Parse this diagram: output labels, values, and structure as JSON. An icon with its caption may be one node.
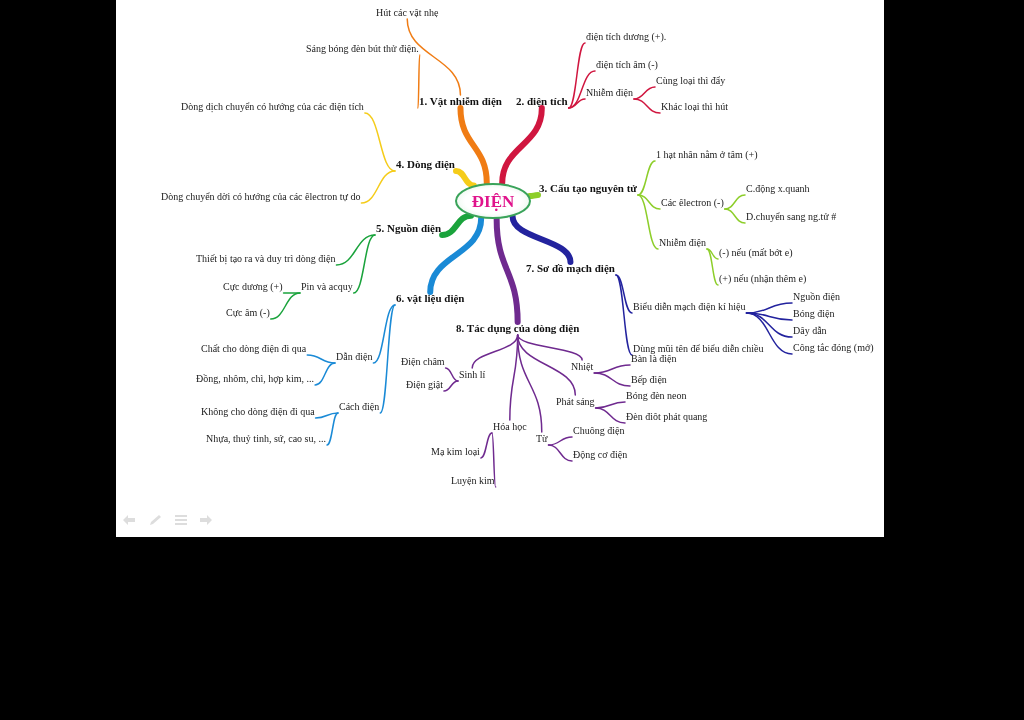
{
  "diagram": {
    "nodes": [
      {
        "text": [
          "ĐIỆN"
        ]
      },
      {
        "text": [
          "1. Vật nhiễm điện"
        ]
      },
      {
        "text": [
          "Hút các vật nhẹ"
        ]
      },
      {
        "text": [
          "Sáng bóng đèn bút thử điện."
        ]
      },
      {
        "text": [
          "2. điện tích"
        ]
      },
      {
        "text": [
          "điện tích dương (+)."
        ]
      },
      {
        "text": [
          "điện tích âm (-)"
        ]
      },
      {
        "text": [
          "Nhiễm điện"
        ]
      },
      {
        "text": [
          "Cùng loại thì đẩy"
        ]
      },
      {
        "text": [
          "Khác loại thì hút"
        ]
      },
      {
        "text": [
          "3. Cấu tạo nguyên tử"
        ]
      },
      {
        "text": [
          "1 hạt nhân nằm ở tâm (+)"
        ]
      },
      {
        "text": [
          "Các êlectron (-)"
        ]
      },
      {
        "text": [
          "C.động x.quanh"
        ]
      },
      {
        "text": [
          "D.chuyển sang ng.tử #"
        ]
      },
      {
        "text": [
          "Nhiễm điện"
        ]
      },
      {
        "text": [
          "(-) nếu (mất bớt e)"
        ]
      },
      {
        "text": [
          "(+) nếu (nhận thêm e)"
        ]
      },
      {
        "text": [
          "4. Dòng điện"
        ]
      },
      {
        "text": [
          "Dòng dịch chuyển có hướng của các điện tích"
        ]
      },
      {
        "text": [
          "Dòng chuyển dời có hướng của các êlectron tự do"
        ]
      },
      {
        "text": [
          "5. Nguồn điện"
        ]
      },
      {
        "text": [
          "Thiết bị tạo ra và duy trì dòng điện"
        ]
      },
      {
        "text": [
          "Pin và acquy"
        ]
      },
      {
        "text": [
          "Cực dương (+)"
        ]
      },
      {
        "text": [
          "Cực âm (-)"
        ]
      },
      {
        "text": [
          "6. vật liệu điện"
        ]
      },
      {
        "text": [
          "Dẫn điện"
        ]
      },
      {
        "text": [
          "Chất cho dòng điện đi qua"
        ]
      },
      {
        "text": [
          "Đồng, nhôm, chì, hợp kim, ..."
        ]
      },
      {
        "text": [
          "Cách điện"
        ]
      },
      {
        "text": [
          "Không cho dòng điện đi qua"
        ]
      },
      {
        "text": [
          "Nhựa, thuỷ tinh, sứ, cao su, ..."
        ]
      },
      {
        "text": [
          "7. Sơ đồ mạch điện"
        ]
      },
      {
        "text": [
          "Biểu diễn mạch điện kí hiệu"
        ]
      },
      {
        "text": [
          "Nguồn điện"
        ]
      },
      {
        "text": [
          "Bóng điện"
        ]
      },
      {
        "text": [
          "Dây dẫn"
        ]
      },
      {
        "text": [
          "Công tắc đóng (mở)"
        ]
      },
      {
        "text": [
          "Dùng mũi tên để biểu diễn chiều"
        ]
      },
      {
        "text": [
          "8. Tác dụng của dòng điện"
        ]
      },
      {
        "text": [
          "Nhiệt"
        ]
      },
      {
        "text": [
          "Bàn là điện"
        ]
      },
      {
        "text": [
          "Bếp điện"
        ]
      },
      {
        "text": [
          "Phát sáng"
        ]
      },
      {
        "text": [
          "Bóng đèn neon"
        ]
      },
      {
        "text": [
          "Đèn điôt phát quang"
        ]
      },
      {
        "text": [
          "Từ"
        ]
      },
      {
        "text": [
          "Chuông điện"
        ]
      },
      {
        "text": [
          "Động cơ điện"
        ]
      },
      {
        "text": [
          "Sinh lí"
        ]
      },
      {
        "text": [
          "Điện châm"
        ]
      },
      {
        "text": [
          "Điện giật"
        ]
      },
      {
        "text": [
          "Hóa học"
        ]
      },
      {
        "text": [
          "Mạ kim loại"
        ]
      },
      {
        "text": [
          "Luyện kim"
        ]
      }
    ],
    "edges": [
      {
        "from": 0,
        "to": 1,
        "arrow": "none",
        "style": "thick",
        "color": "#f07c14"
      },
      {
        "from": 1,
        "to": 2,
        "arrow": "none",
        "color": "#f07c14"
      },
      {
        "from": 1,
        "to": 3,
        "arrow": "none",
        "color": "#f07c14"
      },
      {
        "from": 0,
        "to": 4,
        "arrow": "none",
        "style": "thick",
        "color": "#d0163f"
      },
      {
        "from": 4,
        "to": 5,
        "arrow": "none",
        "color": "#d0163f"
      },
      {
        "from": 4,
        "to": 6,
        "arrow": "none",
        "color": "#d0163f"
      },
      {
        "from": 4,
        "to": 7,
        "arrow": "none",
        "color": "#d0163f"
      },
      {
        "from": 7,
        "to": 8,
        "arrow": "none",
        "color": "#d0163f"
      },
      {
        "from": 7,
        "to": 9,
        "arrow": "none",
        "color": "#d0163f"
      },
      {
        "from": 0,
        "to": 10,
        "arrow": "none",
        "style": "thick",
        "color": "#8dce2a"
      },
      {
        "from": 10,
        "to": 11,
        "arrow": "none",
        "color": "#8dce2a"
      },
      {
        "from": 10,
        "to": 12,
        "arrow": "none",
        "color": "#8dce2a"
      },
      {
        "from": 12,
        "to": 13,
        "arrow": "none",
        "color": "#8dce2a"
      },
      {
        "from": 12,
        "to": 14,
        "arrow": "none",
        "color": "#8dce2a"
      },
      {
        "from": 10,
        "to": 15,
        "arrow": "none",
        "color": "#8dce2a"
      },
      {
        "from": 15,
        "to": 16,
        "arrow": "none",
        "color": "#8dce2a"
      },
      {
        "from": 15,
        "to": 17,
        "arrow": "none",
        "color": "#8dce2a"
      },
      {
        "from": 0,
        "to": 18,
        "arrow": "none",
        "style": "thick",
        "color": "#f5cc1a"
      },
      {
        "from": 18,
        "to": 19,
        "arrow": "none",
        "color": "#f5cc1a"
      },
      {
        "from": 18,
        "to": 20,
        "arrow": "none",
        "color": "#f5cc1a"
      },
      {
        "from": 0,
        "to": 21,
        "arrow": "none",
        "style": "thick",
        "color": "#1aa33c"
      },
      {
        "from": 21,
        "to": 22,
        "arrow": "none",
        "color": "#1aa33c"
      },
      {
        "from": 21,
        "to": 23,
        "arrow": "none",
        "color": "#1aa33c"
      },
      {
        "from": 23,
        "to": 24,
        "arrow": "none",
        "color": "#1aa33c"
      },
      {
        "from": 23,
        "to": 25,
        "arrow": "none",
        "color": "#1aa33c"
      },
      {
        "from": 0,
        "to": 26,
        "arrow": "none",
        "style": "thick",
        "color": "#1a8ad6"
      },
      {
        "from": 26,
        "to": 27,
        "arrow": "none",
        "color": "#1a8ad6"
      },
      {
        "from": 27,
        "to": 28,
        "arrow": "none",
        "color": "#1a8ad6"
      },
      {
        "from": 27,
        "to": 29,
        "arrow": "none",
        "color": "#1a8ad6"
      },
      {
        "from": 26,
        "to": 30,
        "arrow": "none",
        "color": "#1a8ad6"
      },
      {
        "from": 30,
        "to": 31,
        "arrow": "none",
        "color": "#1a8ad6"
      },
      {
        "from": 30,
        "to": 32,
        "arrow": "none",
        "color": "#1a8ad6"
      },
      {
        "from": 0,
        "to": 33,
        "arrow": "none",
        "style": "thick",
        "color": "#23239e"
      },
      {
        "from": 33,
        "to": 34,
        "arrow": "none",
        "color": "#23239e"
      },
      {
        "from": 34,
        "to": 35,
        "arrow": "none",
        "color": "#23239e"
      },
      {
        "from": 34,
        "to": 36,
        "arrow": "none",
        "color": "#23239e"
      },
      {
        "from": 34,
        "to": 37,
        "arrow": "none",
        "color": "#23239e"
      },
      {
        "from": 34,
        "to": 38,
        "arrow": "none",
        "color": "#23239e"
      },
      {
        "from": 33,
        "to": 39,
        "arrow": "none",
        "color": "#23239e"
      },
      {
        "from": 0,
        "to": 40,
        "arrow": "none",
        "style": "thick",
        "color": "#6f2a8f"
      },
      {
        "from": 40,
        "to": 41,
        "arrow": "none",
        "color": "#6f2a8f"
      },
      {
        "from": 41,
        "to": 42,
        "arrow": "none",
        "color": "#6f2a8f"
      },
      {
        "from": 41,
        "to": 43,
        "arrow": "none",
        "color": "#6f2a8f"
      },
      {
        "from": 40,
        "to": 44,
        "arrow": "none",
        "color": "#6f2a8f"
      },
      {
        "from": 44,
        "to": 45,
        "arrow": "none",
        "color": "#6f2a8f"
      },
      {
        "from": 44,
        "to": 46,
        "arrow": "none",
        "color": "#6f2a8f"
      },
      {
        "from": 40,
        "to": 47,
        "arrow": "none",
        "color": "#6f2a8f"
      },
      {
        "from": 47,
        "to": 48,
        "arrow": "none",
        "color": "#6f2a8f"
      },
      {
        "from": 47,
        "to": 49,
        "arrow": "none",
        "color": "#6f2a8f"
      },
      {
        "from": 40,
        "to": 50,
        "arrow": "none",
        "color": "#6f2a8f"
      },
      {
        "from": 50,
        "to": 51,
        "arrow": "none",
        "color": "#6f2a8f"
      },
      {
        "from": 50,
        "to": 52,
        "arrow": "none",
        "color": "#6f2a8f"
      },
      {
        "from": 40,
        "to": 53,
        "arrow": "none",
        "color": "#6f2a8f"
      },
      {
        "from": 53,
        "to": 54,
        "arrow": "none",
        "color": "#6f2a8f"
      },
      {
        "from": 53,
        "to": 55,
        "arrow": "none",
        "color": "#6f2a8f"
      }
    ]
  }
}
